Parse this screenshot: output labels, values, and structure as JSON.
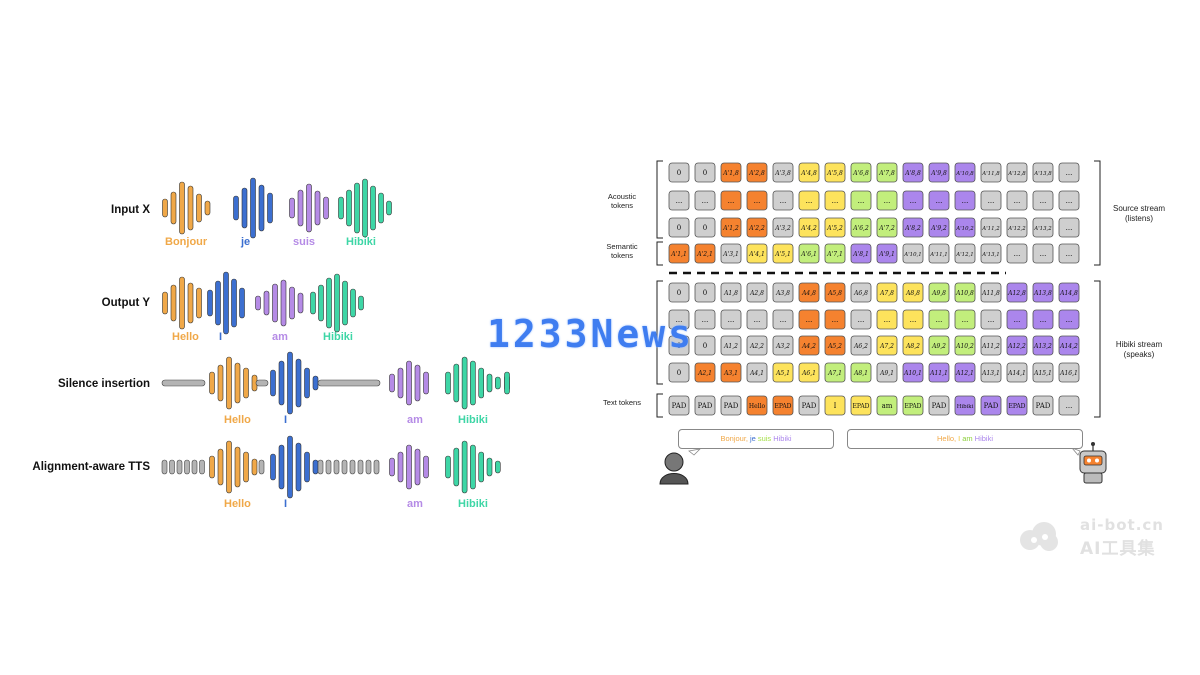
{
  "left": {
    "rows": [
      {
        "label": "Input X",
        "words": [
          "Bonjour",
          "je",
          "suis",
          "Hibiki"
        ]
      },
      {
        "label": "Output Y",
        "words": [
          "Hello",
          "I",
          "am",
          "Hibiki"
        ]
      },
      {
        "label": "Silence insertion",
        "words": [
          "Hello",
          "I",
          "am",
          "Hibiki"
        ]
      },
      {
        "label": "Alignment-aware TTS",
        "words": [
          "Hello",
          "I",
          "am",
          "Hibiki"
        ]
      }
    ],
    "colors": {
      "orange": "#f0a848",
      "blue": "#3c6fd0",
      "purple": "#b58be6",
      "teal": "#3ed6a6",
      "gray": "#b4b4b4"
    }
  },
  "right": {
    "acoustic_label": "Acoustic tokens",
    "semantic_label": "Semantic tokens",
    "text_label": "Text tokens",
    "source_stream_label": "Source stream (listens)",
    "hibiki_stream_label": "Hibiki stream (speaks)",
    "source_rows": [
      [
        "0",
        "0",
        "A'1,8",
        "A'2,8",
        "A'3,8",
        "A'4,8",
        "A'5,8",
        "A'6,8",
        "A'7,8",
        "A'8,8",
        "A'9,8",
        "A'10,8",
        "A'11,8",
        "A'12,8",
        "A'13,8",
        "..."
      ],
      [
        "...",
        "...",
        "...",
        "...",
        "...",
        "...",
        "...",
        "...",
        "...",
        "...",
        "...",
        "...",
        "...",
        "...",
        "...",
        "..."
      ],
      [
        "0",
        "0",
        "A'1,2",
        "A'2,2",
        "A'3,2",
        "A'4,2",
        "A'5,2",
        "A'6,2",
        "A'7,2",
        "A'8,2",
        "A'9,2",
        "A'10,2",
        "A'11,2",
        "A'12,2",
        "A'13,2",
        "..."
      ],
      [
        "A'1,1",
        "A'2,1",
        "A'3,1",
        "A'4,1",
        "A'5,1",
        "A'6,1",
        "A'7,1",
        "A'8,1",
        "A'9,1",
        "A'10,1",
        "A'11,1",
        "A'12,1",
        "A'13,1",
        "...",
        "...",
        "..."
      ]
    ],
    "hibiki_rows": [
      [
        "0",
        "0",
        "A1,8",
        "A2,8",
        "A3,8",
        "A4,8",
        "A5,8",
        "A6,8",
        "A7,8",
        "A8,8",
        "A9,8",
        "A10,8",
        "A11,8",
        "A12,8",
        "A13,8",
        "A14,8"
      ],
      [
        "...",
        "...",
        "...",
        "...",
        "...",
        "...",
        "...",
        "...",
        "...",
        "...",
        "...",
        "...",
        "...",
        "...",
        "...",
        "..."
      ],
      [
        "0",
        "0",
        "A1,2",
        "A2,2",
        "A3,2",
        "A4,2",
        "A5,2",
        "A6,2",
        "A7,2",
        "A8,2",
        "A9,2",
        "A10,2",
        "A11,2",
        "A12,2",
        "A13,2",
        "A14,2"
      ],
      [
        "0",
        "A2,1",
        "A3,1",
        "A4,1",
        "A5,1",
        "A6,1",
        "A7,1",
        "A8,1",
        "A9,1",
        "A10,1",
        "A11,1",
        "A12,1",
        "A13,1",
        "A14,1",
        "A15,1",
        "A16,1"
      ]
    ],
    "text_row": [
      "PAD",
      "PAD",
      "PAD",
      "Hello",
      "EPAD",
      "PAD",
      "I",
      "EPAD",
      "am",
      "EPAD",
      "PAD",
      "Hibiki",
      "PAD",
      "EPAD",
      "PAD",
      "..."
    ],
    "source_bubble": [
      "Bonjour,",
      "je",
      "suis",
      "Hibiki"
    ],
    "hibiki_bubble": [
      "Hello,",
      "I",
      "am",
      "Hibiki"
    ],
    "colors": {
      "gray": "#cfcfcf",
      "orange": "#f5822f",
      "yellow": "#fde35c",
      "green": "#c2ee7c",
      "purple": "#ab86ec",
      "border": "#555555"
    }
  },
  "watermark_center": "1233News",
  "watermark_corner": {
    "url": "ai-bot.cn",
    "name": "AI工具集"
  }
}
